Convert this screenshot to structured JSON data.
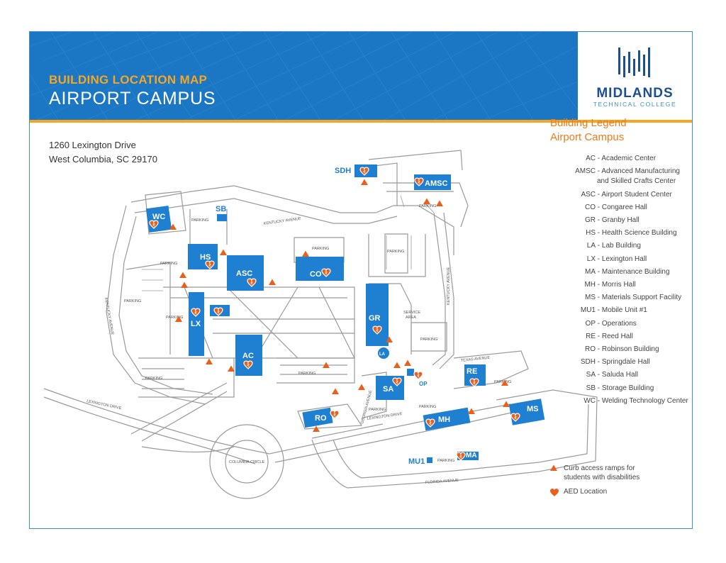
{
  "header": {
    "subtitle": "BUILDING LOCATION MAP",
    "title": "AIRPORT CAMPUS"
  },
  "logo": {
    "name": "MIDLANDS",
    "tagline": "TECHNICAL COLLEGE"
  },
  "address": {
    "line1": "1260 Lexington Drive",
    "line2": "West Columbia, SC 29170"
  },
  "legend": {
    "title_line1": "Building Legend",
    "title_line2": "Airport Campus",
    "items": [
      {
        "code": "AC",
        "name": "Academic Center"
      },
      {
        "code": "AMSC",
        "name": "Advanced Manufacturing",
        "name2": "and Skilled Crafts Center"
      },
      {
        "code": "ASC",
        "name": "Airport Student Center"
      },
      {
        "code": "CO",
        "name": "Congaree Hall"
      },
      {
        "code": "GR",
        "name": "Granby Hall"
      },
      {
        "code": "HS",
        "name": "Health Science Building"
      },
      {
        "code": "LA",
        "name": "Lab Building"
      },
      {
        "code": "LX",
        "name": "Lexington Hall"
      },
      {
        "code": "MA",
        "name": "Maintenance Building"
      },
      {
        "code": "MH",
        "name": "Morris Hall"
      },
      {
        "code": "MS",
        "name": "Materials Support Facility"
      },
      {
        "code": "MU1",
        "name": "Mobile Unit #1"
      },
      {
        "code": "OP",
        "name": "Operations"
      },
      {
        "code": "RE",
        "name": "Reed Hall"
      },
      {
        "code": "RO",
        "name": "Robinson Building"
      },
      {
        "code": "SDH",
        "name": "Springdale Hall"
      },
      {
        "code": "SA",
        "name": "Saluda Hall"
      },
      {
        "code": "SB",
        "name": "Storage Building"
      },
      {
        "code": "WC",
        "name": "Welding Technology Center"
      }
    ],
    "ramps_line1": "Curb access ramps for",
    "ramps_line2": "students with disabilities",
    "aed": "AED Location"
  },
  "colors": {
    "brand_blue": "#1b76c3",
    "building_blue": "#1f7fd0",
    "accent_orange": "#f5a623",
    "ramp_orange": "#e8601c",
    "road_gray": "#9a9a9a"
  },
  "icons": {
    "ramp": "triangle-ramp-icon",
    "aed": "heart-aed-icon"
  },
  "map": {
    "buildings": [
      "WC",
      "SB",
      "SDH",
      "AMSC",
      "HS",
      "ASC",
      "CO",
      "LX",
      "GR",
      "LA",
      "AC",
      "RE",
      "SA",
      "OP",
      "RO",
      "MH",
      "MS",
      "MU1",
      "MA"
    ],
    "roads": {
      "kentucky": "KENTUCKY AVENUE",
      "lexington_drive": "LEXINGTON DRIVE",
      "lexington_drive_2": "LEXINGTON DRIVE",
      "kentucky_v": "KENTUCKY AVENUE",
      "kentucky_v2": "KENTUCKY AVENUE",
      "texas": "TEXAS AVENUE",
      "florida": "FLORIDA AVENUE",
      "georgia": "GEORGIA AVENUE",
      "columbia_circle": "COLUMBIA CIRCLE",
      "service_area_1": "SERVICE",
      "service_area_2": "AREA"
    },
    "parking_label": "PARKING"
  }
}
